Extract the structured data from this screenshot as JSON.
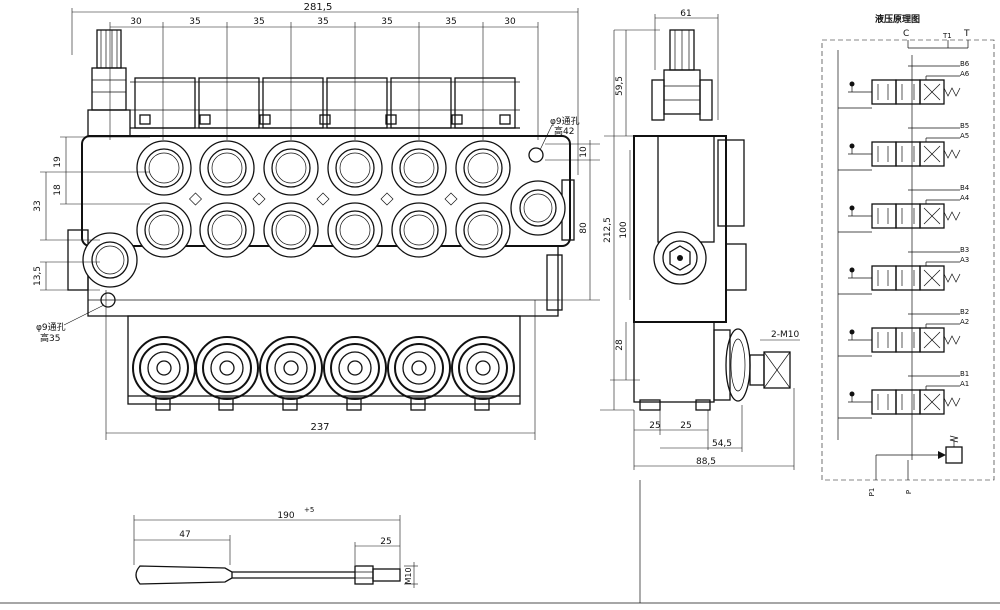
{
  "front_view": {
    "overall_width": "281,5",
    "sections": [
      "30",
      "35",
      "35",
      "35",
      "35",
      "35",
      "30"
    ],
    "base_width": "237",
    "left_dims": [
      "19",
      "18",
      "33",
      "13,5"
    ],
    "right_dims": [
      "10",
      "80"
    ],
    "hole_top_label_1": "φ9通孔",
    "hole_top_label_2": "高42",
    "hole_bottom_label_1": "φ9通孔",
    "hole_bottom_label_2": "高35"
  },
  "side_view": {
    "top_width": "61",
    "dims_vertical": [
      "59,5",
      "212,5",
      "100",
      "28"
    ],
    "bottom_dims": [
      "25",
      "25",
      "54,5",
      "88,5"
    ],
    "port_label": "2-M10"
  },
  "handle": {
    "length": "190",
    "tolerance": "+5",
    "grip": "47",
    "thread_len": "25",
    "thread": "M10"
  },
  "schematic": {
    "title": "液压原理图",
    "top_labels": [
      "C",
      "T1",
      "T"
    ],
    "ports": [
      "B6",
      "A6",
      "B5",
      "A5",
      "B4",
      "A4",
      "B3",
      "A3",
      "B2",
      "A2",
      "B1",
      "A1"
    ],
    "bottom_labels": [
      "P1",
      "P"
    ]
  }
}
